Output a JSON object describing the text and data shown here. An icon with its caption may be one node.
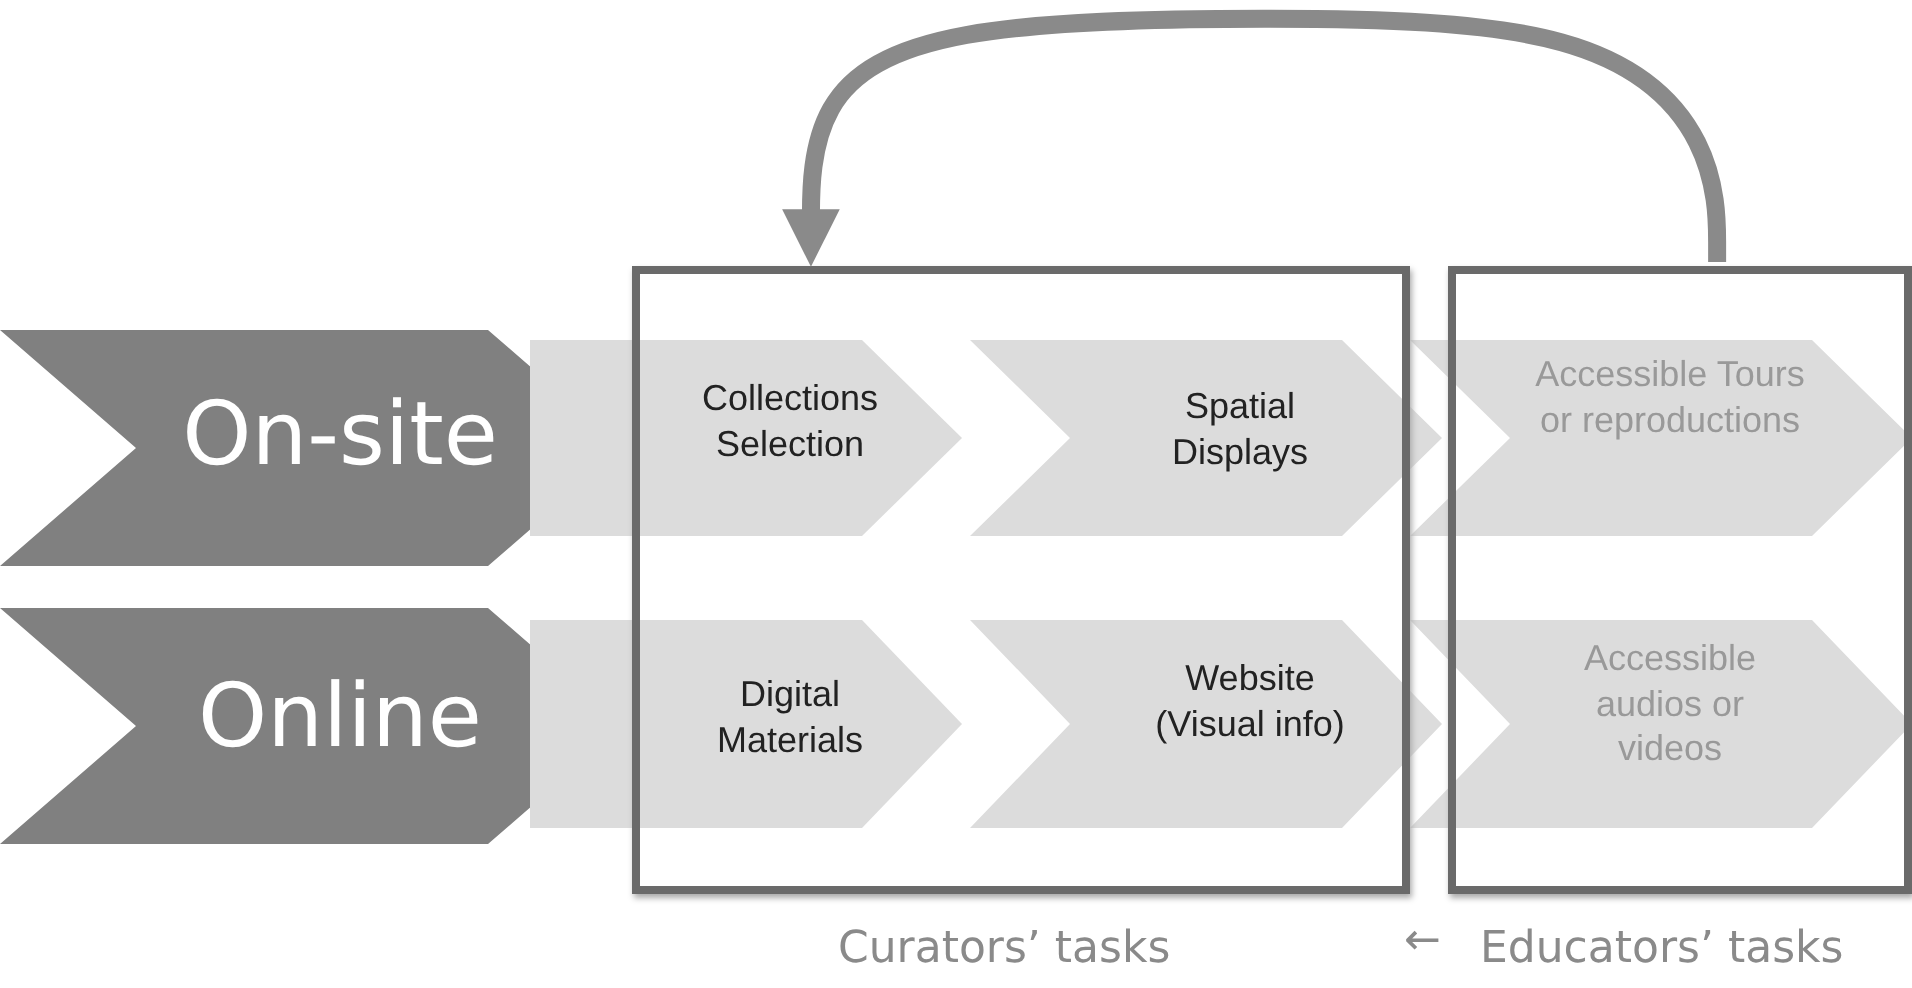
{
  "diagram": {
    "nodes": [
      {
        "text": [
          "Curators’ tasks"
        ]
      },
      {
        "text": [
          "Educators’ tasks"
        ]
      },
      {
        "text": [
          "On-site"
        ]
      },
      {
        "text": [
          "Collections Selection"
        ]
      },
      {
        "text": [
          "Spatial Displays"
        ]
      },
      {
        "text": [
          "Accessible Tours or reproductions"
        ]
      },
      {
        "text": [
          "Online"
        ]
      },
      {
        "text": [
          "Digital Materials"
        ]
      },
      {
        "text": [
          "Website (Visual info)"
        ]
      },
      {
        "text": [
          "Accessible audios or videos"
        ]
      }
    ],
    "edges": [
      {
        "from": 1,
        "to": 0,
        "arrow": "to"
      }
    ],
    "labels": [
      "←"
    ]
  }
}
